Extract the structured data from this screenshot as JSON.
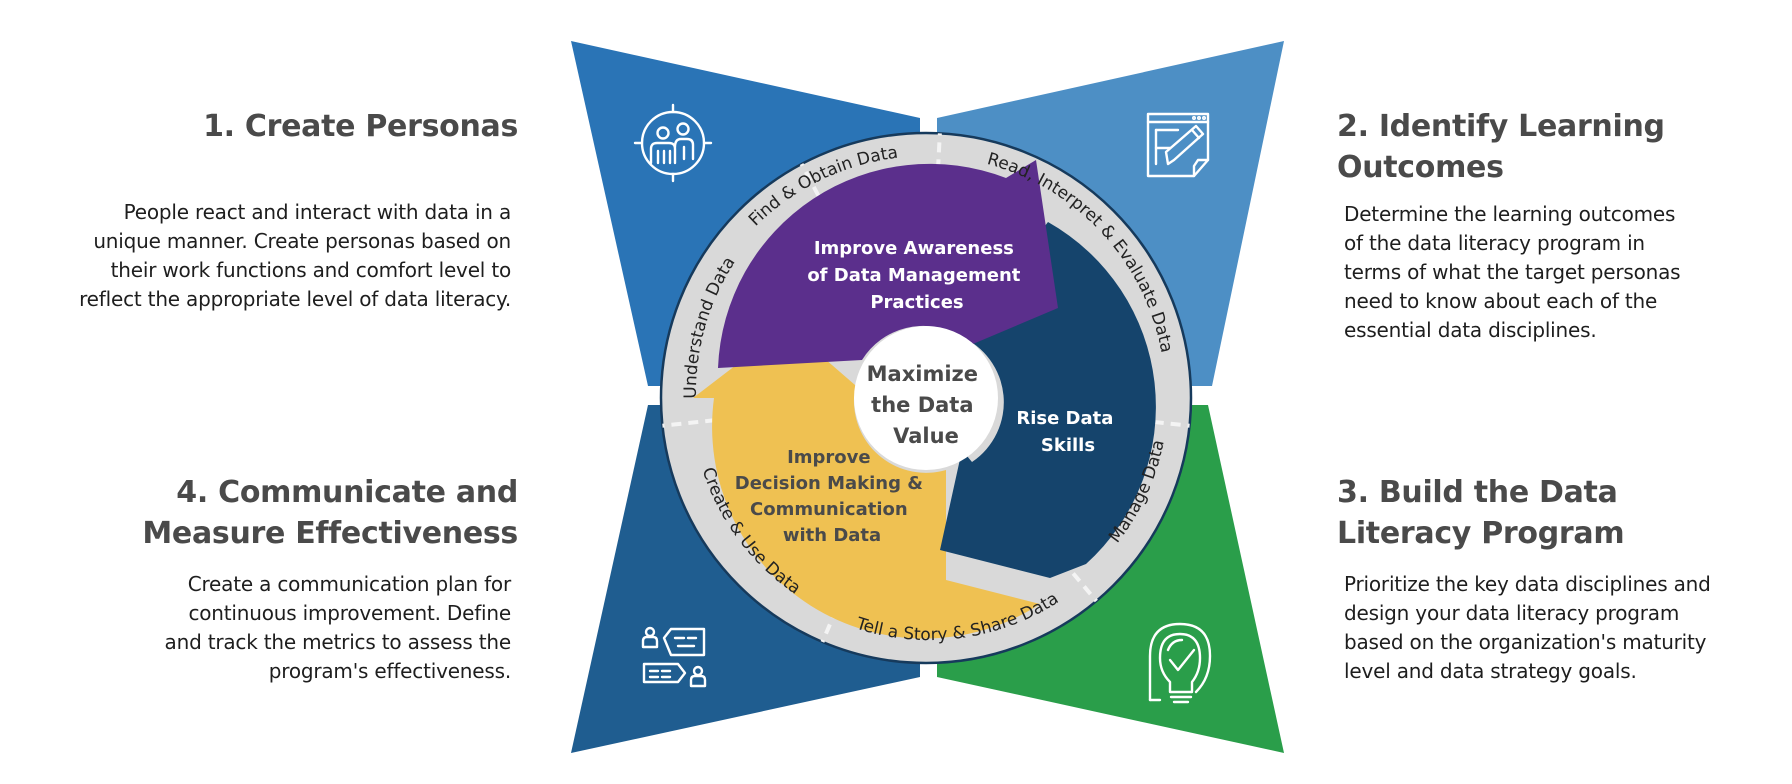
{
  "colors": {
    "quadrant_1": "#2a74b6",
    "quadrant_2": "#4d8fc5",
    "quadrant_3": "#2a9e4a",
    "quadrant_4": "#1f5d90",
    "arrow_purple": "#5b2f8c",
    "arrow_navy": "#15446c",
    "arrow_yellow": "#efc152",
    "ring": "#d9d9d9",
    "ring_border": "#163a5c",
    "title_text": "#4a4a4a",
    "body_text": "#1e1e1e"
  },
  "steps": [
    {
      "number": "1",
      "title_lines": [
        "1. Create Personas"
      ],
      "body_lines": [
        "People react and interact with data in a",
        "unique manner. Create personas based on",
        "their work functions and comfort level to",
        "reflect the appropriate level of data literacy."
      ],
      "icon": "personas-target-icon"
    },
    {
      "number": "2",
      "title_lines": [
        "2. Identify Learning",
        "Outcomes"
      ],
      "body_lines": [
        "Determine the learning outcomes",
        "of the data literacy program in",
        "terms of what the target personas",
        "need to know about each of the",
        "essential data disciplines."
      ],
      "icon": "document-pencil-icon"
    },
    {
      "number": "3",
      "title_lines": [
        "3. Build the Data",
        "Literacy Program"
      ],
      "body_lines": [
        "Prioritize the key data disciplines and",
        "design your data literacy program",
        "based on the organization's maturity",
        "level and data strategy goals."
      ],
      "icon": "lightbulb-check-icon"
    },
    {
      "number": "4",
      "title_lines": [
        "4. Communicate and",
        "Measure Effectiveness"
      ],
      "body_lines": [
        "Create a communication plan for",
        "continuous improvement. Define",
        "and track the metrics to assess the",
        "program's effectiveness."
      ],
      "icon": "conversation-icon"
    }
  ],
  "ring_labels": [
    "Find & Obtain Data",
    "Read, Interpret & Evaluate Data",
    "Manage Data",
    "Tell a Story & Share Data",
    "Create & Use Data",
    "Understand Data"
  ],
  "arrows": [
    {
      "lines": [
        "Improve Awareness",
        "of Data Management",
        "Practices"
      ],
      "color_key": "arrow_purple",
      "text_color": "#ffffff"
    },
    {
      "lines": [
        "Rise Data",
        "Skills"
      ],
      "color_key": "arrow_navy",
      "text_color": "#ffffff"
    },
    {
      "lines": [
        "Improve",
        "Decision Making &",
        "Communication",
        "with Data"
      ],
      "color_key": "arrow_yellow",
      "text_color": "#4a4a4a"
    }
  ],
  "center": {
    "lines": [
      "Maximize",
      "the Data",
      "Value"
    ]
  }
}
